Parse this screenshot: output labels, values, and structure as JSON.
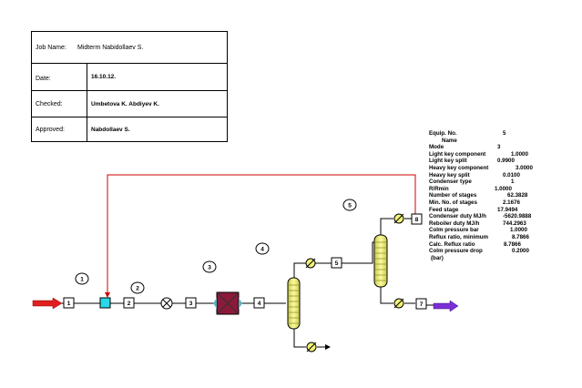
{
  "title_block": {
    "job_label": "Job Name:",
    "job_value": "Midterm Nabidollaev S.",
    "date_label": "Date:",
    "date_value": "16.10.12.",
    "checked_label": "Checked:",
    "checked_value": "Umbetova K. Abdiyev K.",
    "approved_label": "Approved:",
    "approved_value": "Nabdollaev S."
  },
  "parameters": {
    "equip_no_label": "Equip. No.",
    "equip_no_value": "5",
    "name_label": "Name",
    "mode_label": "Mode",
    "mode_value": "3",
    "light_key_component_label": "Light key component",
    "light_key_component_value": "1.0000",
    "light_key_split_label": "Light key split",
    "light_key_split_value": "0.9900",
    "heavy_key_component_label": "Heavy key component",
    "heavy_key_component_value": "3.0000",
    "heavy_key_split_label": "Heavy key split",
    "heavy_key_split_value": "0.0100",
    "condenser_type_label": "Condenser type",
    "condenser_type_value": "1",
    "r_rmin_label": "R/Rmin",
    "r_rmin_value": "1.0000",
    "number_of_stages_label": "Number of stages",
    "number_of_stages_value": "62.3828",
    "min_no_of_stages_label": "Min. No. of stages",
    "min_no_of_stages_value": "2.1676",
    "feed_stage_label": "Feed stage",
    "feed_stage_value": "17.9494",
    "condenser_duty_label": "Condenser duty MJ/h",
    "condenser_duty_value": "-5620.9888",
    "reboiler_duty_label": "Reboiler duty MJ/h",
    "reboiler_duty_value": "744.2963",
    "colm_pressure_label": "Colm pressure bar",
    "colm_pressure_value": "1.0000",
    "reflux_ratio_min_label": "Reflux ratio, minimum",
    "reflux_ratio_min_value": "8.7866",
    "calc_reflux_ratio_label": "Calc. Reflux ratio",
    "calc_reflux_ratio_value": "8.7866",
    "colm_pressure_drop_label": "Colm pressure drop",
    "colm_pressure_drop_value": "0.2000",
    "bar_unit_label": "(bar)"
  },
  "streams": {
    "s1": "1",
    "s2": "2",
    "s3": "3",
    "s4": "4",
    "s5": "5",
    "s7": "7",
    "s8": "8"
  },
  "equipment": {
    "e1": "1",
    "e2": "2",
    "e3": "3",
    "e4": "4",
    "e5": "5"
  },
  "colors": {
    "feed_arrow": "#e02020",
    "product_arrow": "#7a2fd6",
    "recycle_line": "#cc0000",
    "mixer": "#29d8e8",
    "reactor": "#8b1a3a",
    "column_fill": "#f2f27a"
  }
}
